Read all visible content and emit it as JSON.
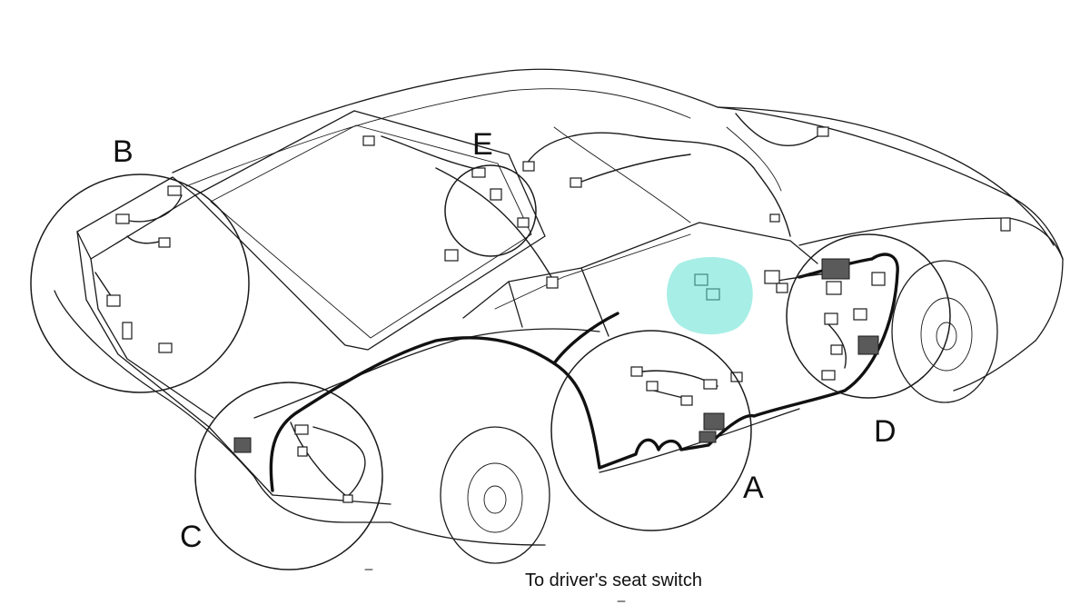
{
  "diagram": {
    "callouts": [
      {
        "id": "A",
        "label": "A"
      },
      {
        "id": "B",
        "label": "B"
      },
      {
        "id": "C",
        "label": "C"
      },
      {
        "id": "D",
        "label": "D"
      },
      {
        "id": "E",
        "label": "E"
      }
    ],
    "caption": "To driver's seat switch",
    "highlight_color": "#5fe0d2",
    "ink_color": "#1a1a1a"
  }
}
